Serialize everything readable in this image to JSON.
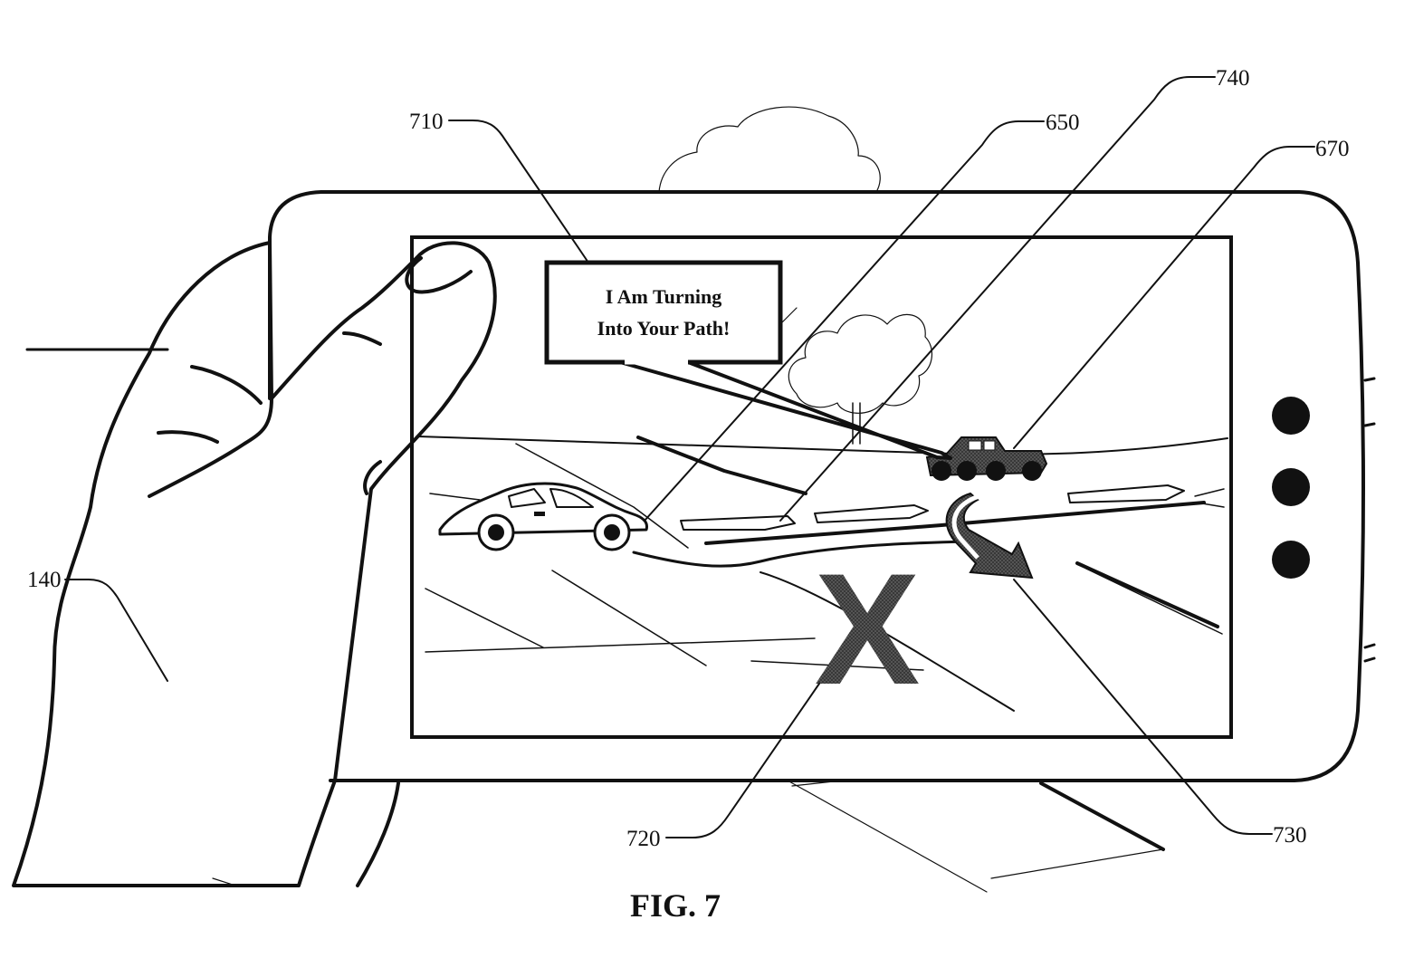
{
  "figure": {
    "caption": "FIG. 7",
    "speech_bubble": {
      "line1": "I Am Turning",
      "line2": "Into Your Path!"
    },
    "warning_symbol": "X",
    "reference_numerals": {
      "r710": "710",
      "r650": "650",
      "r740": "740",
      "r670": "670",
      "r140": "140",
      "r720": "720",
      "r730": "730"
    },
    "device_buttons": 3
  }
}
